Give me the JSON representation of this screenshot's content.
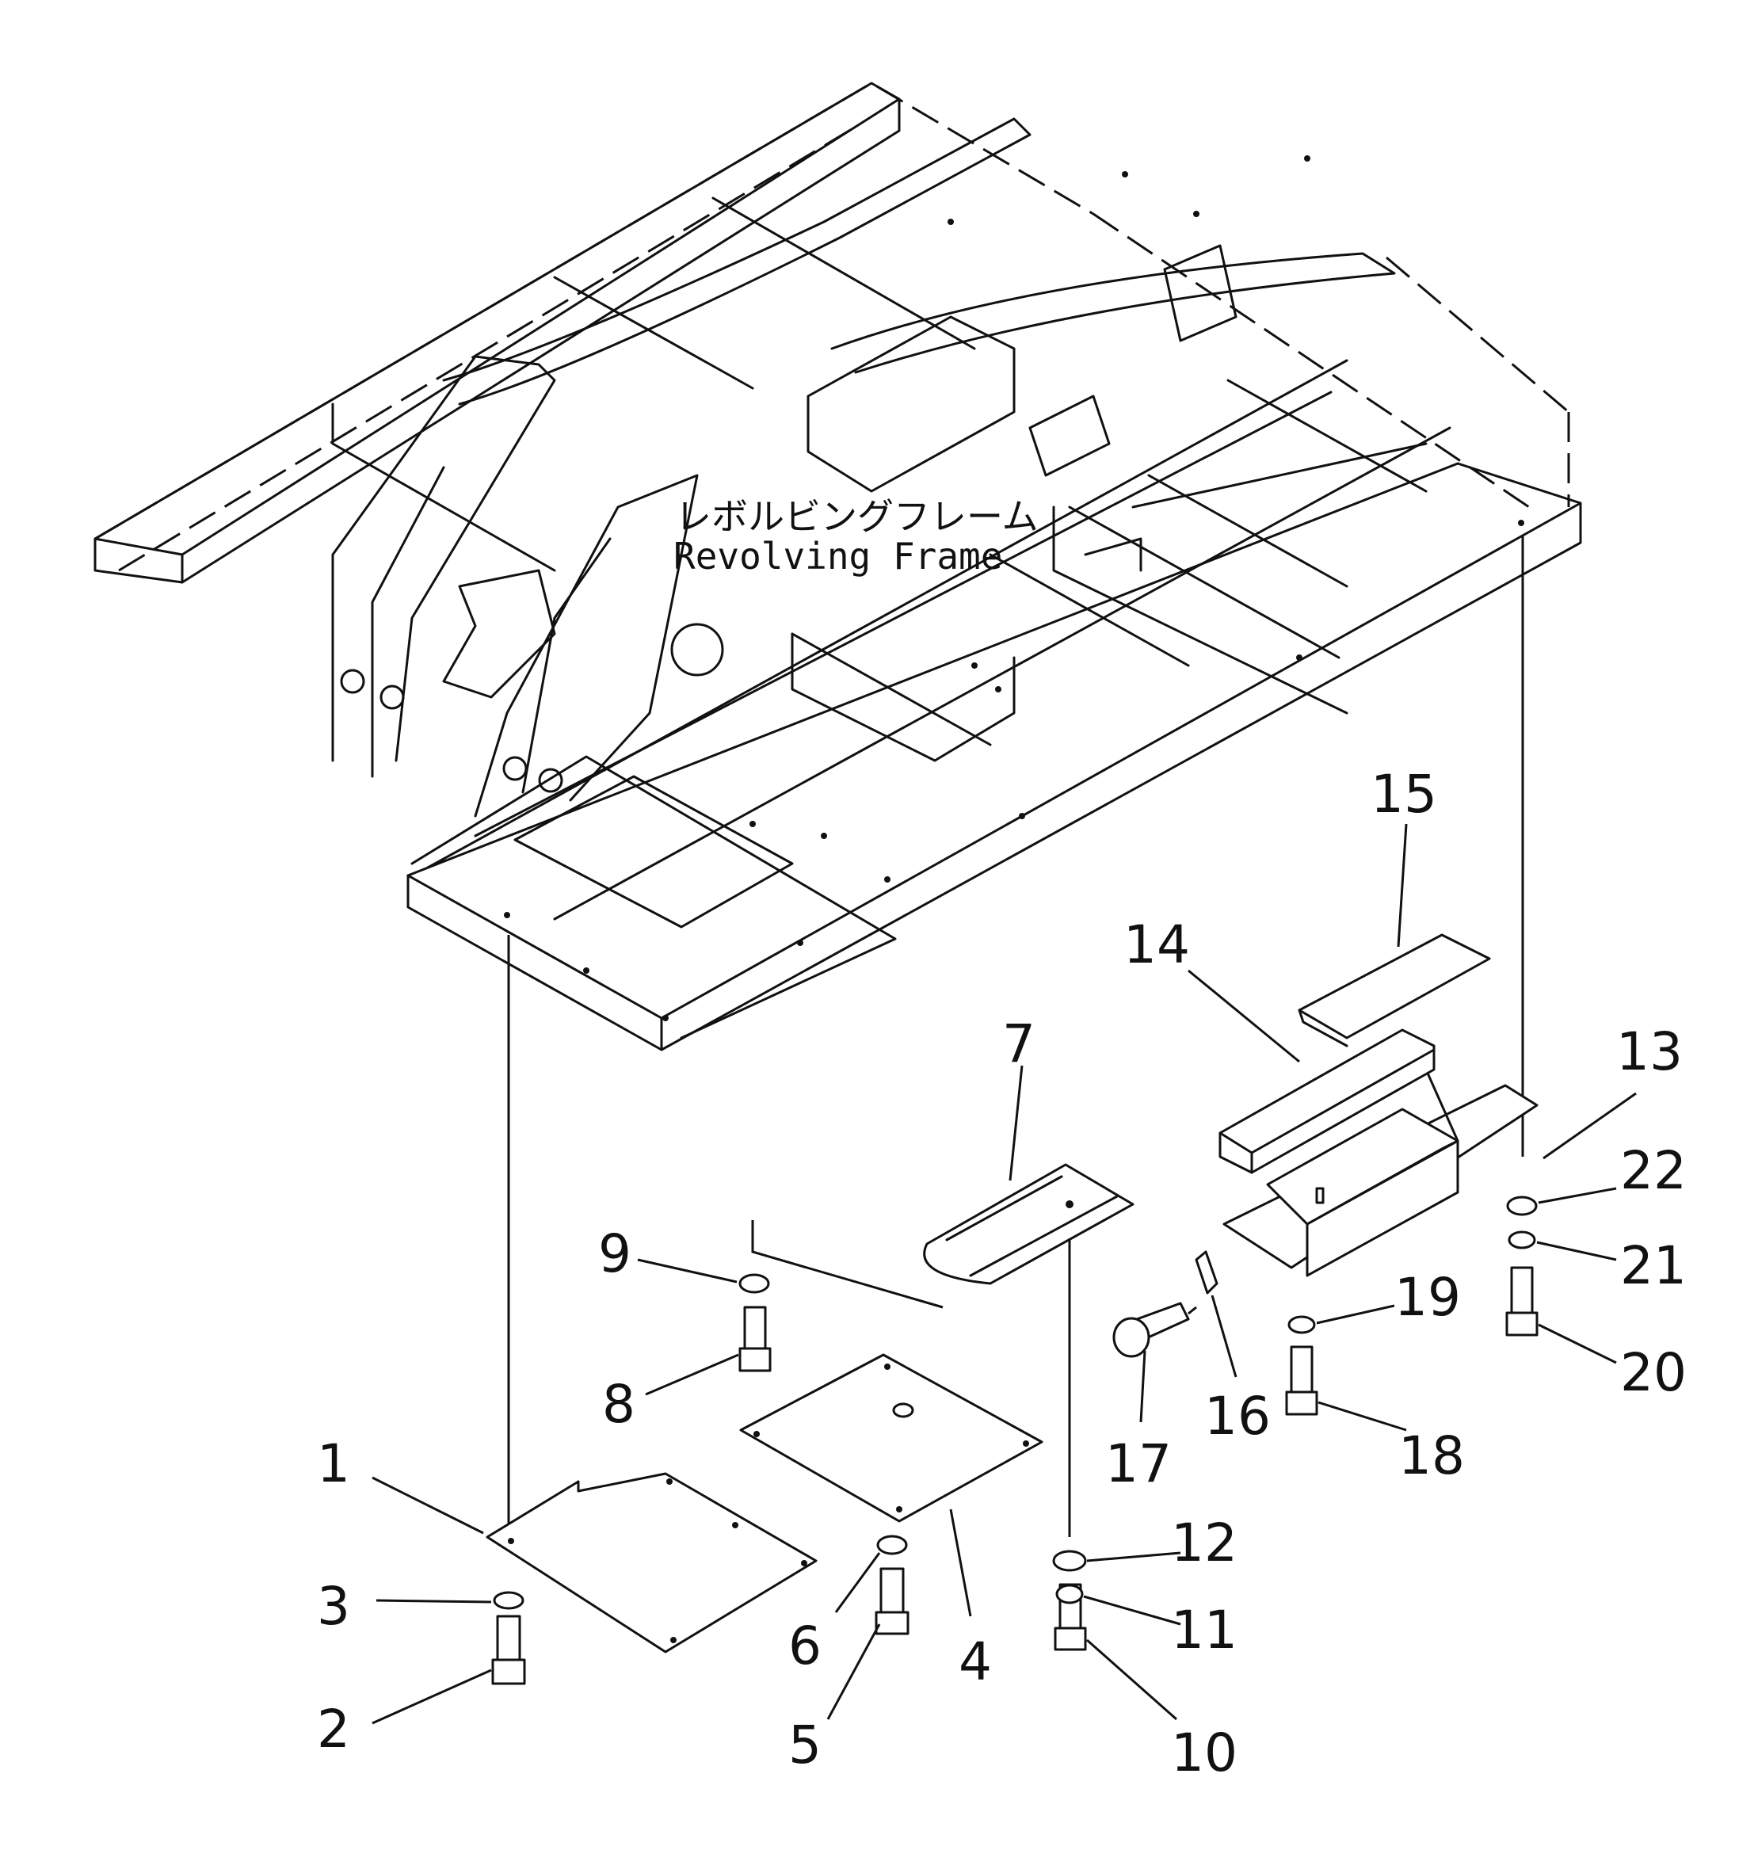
{
  "frame_label": {
    "japanese": "レボルビングフレーム",
    "english": "Revolving Frame"
  },
  "callouts": [
    {
      "id": "c1",
      "text": "1"
    },
    {
      "id": "c2",
      "text": "2"
    },
    {
      "id": "c3",
      "text": "3"
    },
    {
      "id": "c4",
      "text": "4"
    },
    {
      "id": "c5",
      "text": "5"
    },
    {
      "id": "c6",
      "text": "6"
    },
    {
      "id": "c7",
      "text": "7"
    },
    {
      "id": "c8",
      "text": "8"
    },
    {
      "id": "c9",
      "text": "9"
    },
    {
      "id": "c10",
      "text": "10"
    },
    {
      "id": "c11",
      "text": "11"
    },
    {
      "id": "c12",
      "text": "12"
    },
    {
      "id": "c13",
      "text": "13"
    },
    {
      "id": "c14",
      "text": "14"
    },
    {
      "id": "c15",
      "text": "15"
    },
    {
      "id": "c16",
      "text": "16"
    },
    {
      "id": "c17",
      "text": "17"
    },
    {
      "id": "c18",
      "text": "18"
    },
    {
      "id": "c19",
      "text": "19"
    },
    {
      "id": "c20",
      "text": "20"
    },
    {
      "id": "c21",
      "text": "21"
    },
    {
      "id": "c22",
      "text": "22"
    }
  ]
}
